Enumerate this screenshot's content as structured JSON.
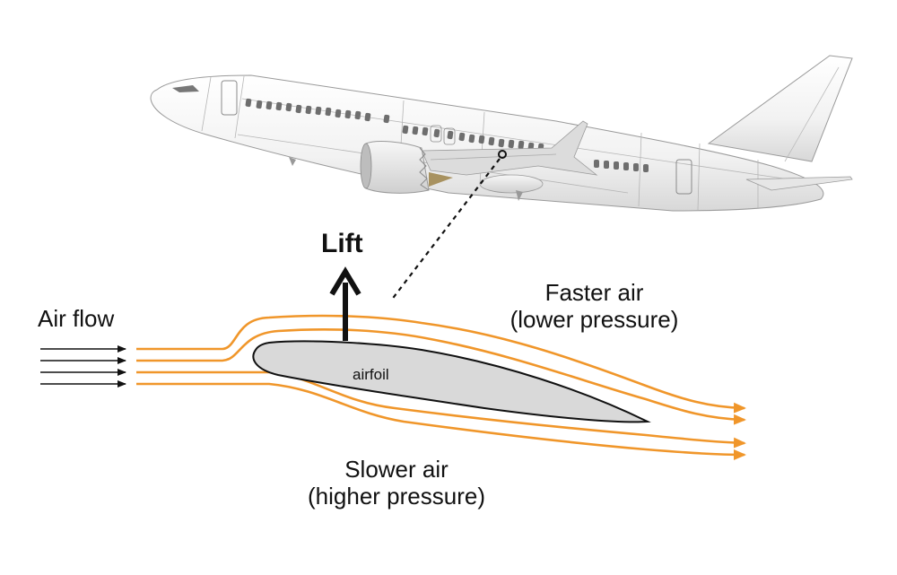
{
  "diagram": {
    "labels": {
      "lift": "Lift",
      "air_flow": "Air flow",
      "airfoil": "airfoil",
      "faster_air_line1": "Faster air",
      "faster_air_line2": "(lower pressure)",
      "slower_air_line1": "Slower air",
      "slower_air_line2": "(higher pressure)"
    },
    "colors": {
      "streamline": "#f0962a",
      "airfoil_fill": "#d9d9d9",
      "outline": "#111111",
      "plane_body": "#f4f4f4",
      "plane_line": "#9a9a9a",
      "window": "#6e6e6e"
    },
    "elements": {
      "airplane": "side view airliner climbing",
      "wing_marker": "circle on wing with dotted leader to airfoil",
      "air_flow_arrows": 4,
      "streamlines": 4
    }
  }
}
